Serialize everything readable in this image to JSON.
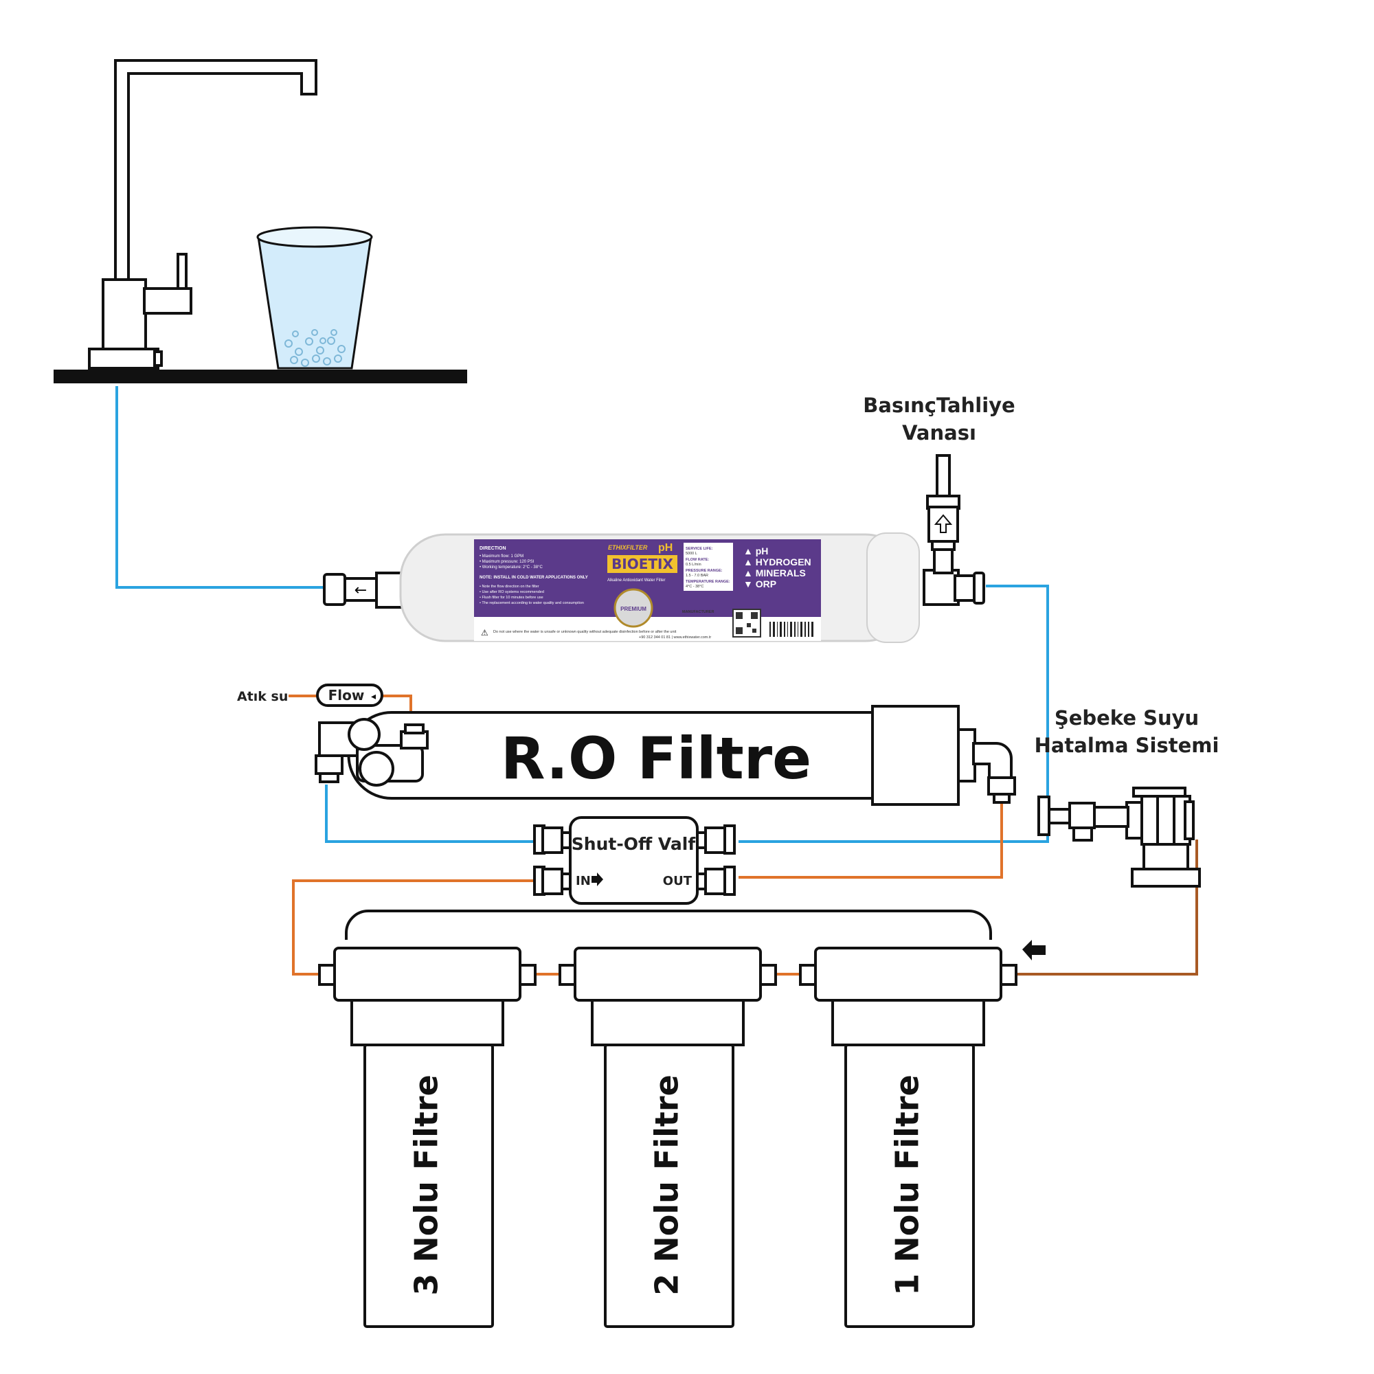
{
  "labels": {
    "pressure_valve_line1": "BasınçTahliye",
    "pressure_valve_line2": "Vanası",
    "city_water_line1": "Şebeke Suyu",
    "city_water_line2": "Hatalma Sistemi",
    "waste_water": "Atık su",
    "flow": "Flow",
    "ro_filter": "R.O Filtre",
    "shutoff_valve": "Shut-Off Valf",
    "shutoff_in": "IN",
    "shutoff_out": "OUT",
    "filter_3": "3 Nolu Filtre",
    "filter_2": "2 Nolu Filtre",
    "filter_1": "1 Nolu Filtre"
  },
  "bioetix_label": {
    "brand": "ETHIXFILTER",
    "name": "BIOETIX",
    "ph": "pH",
    "subtitle": "Alkaline Antioxidant Water Filter",
    "direction_title": "DIRECTION",
    "direction_items": [
      "• Maximum flow: 1 GPM",
      "• Maximum pressure: 120 PSI",
      "• Working temperature: 2°C - 38°C"
    ],
    "note_title": "NOTE: INSTALL IN COLD WATER APPLICATIONS ONLY",
    "note_items": [
      "• Note the flow direction on the filter",
      "• Use after RO systems recommended",
      "• Flush filter for 10 minutes before use",
      "• The replacement according to water quality and consumption"
    ],
    "specs": [
      "SERVICE LIFE:",
      "5000 L",
      "FLOW RATE:",
      "0.5 L/min",
      "PRESSURE RANGE:",
      "1.5 - 7.0 BAR",
      "TEMPERATURE RANGE:",
      "4°C - 38°C"
    ],
    "features": [
      "▲ pH",
      "▲ HYDROGEN",
      "▲ MINERALS",
      "▼ ORP"
    ],
    "premium": "PREMIUM",
    "manufacturer_title": "MANUFACTURER",
    "warning": "Do not use where the water is unsafe or unknown quality without adequate disinfection before or after the unit",
    "contact": "+90 312 344 01 81 | www.ethixwater.com.tr"
  },
  "colors": {
    "clean_water_pipe": "#2aa3e0",
    "waste_pipe": "#e0732a",
    "inlet_pipe": "#a85a24",
    "label_purple": "#5b3a8a",
    "label_yellow": "#f2c12e"
  }
}
